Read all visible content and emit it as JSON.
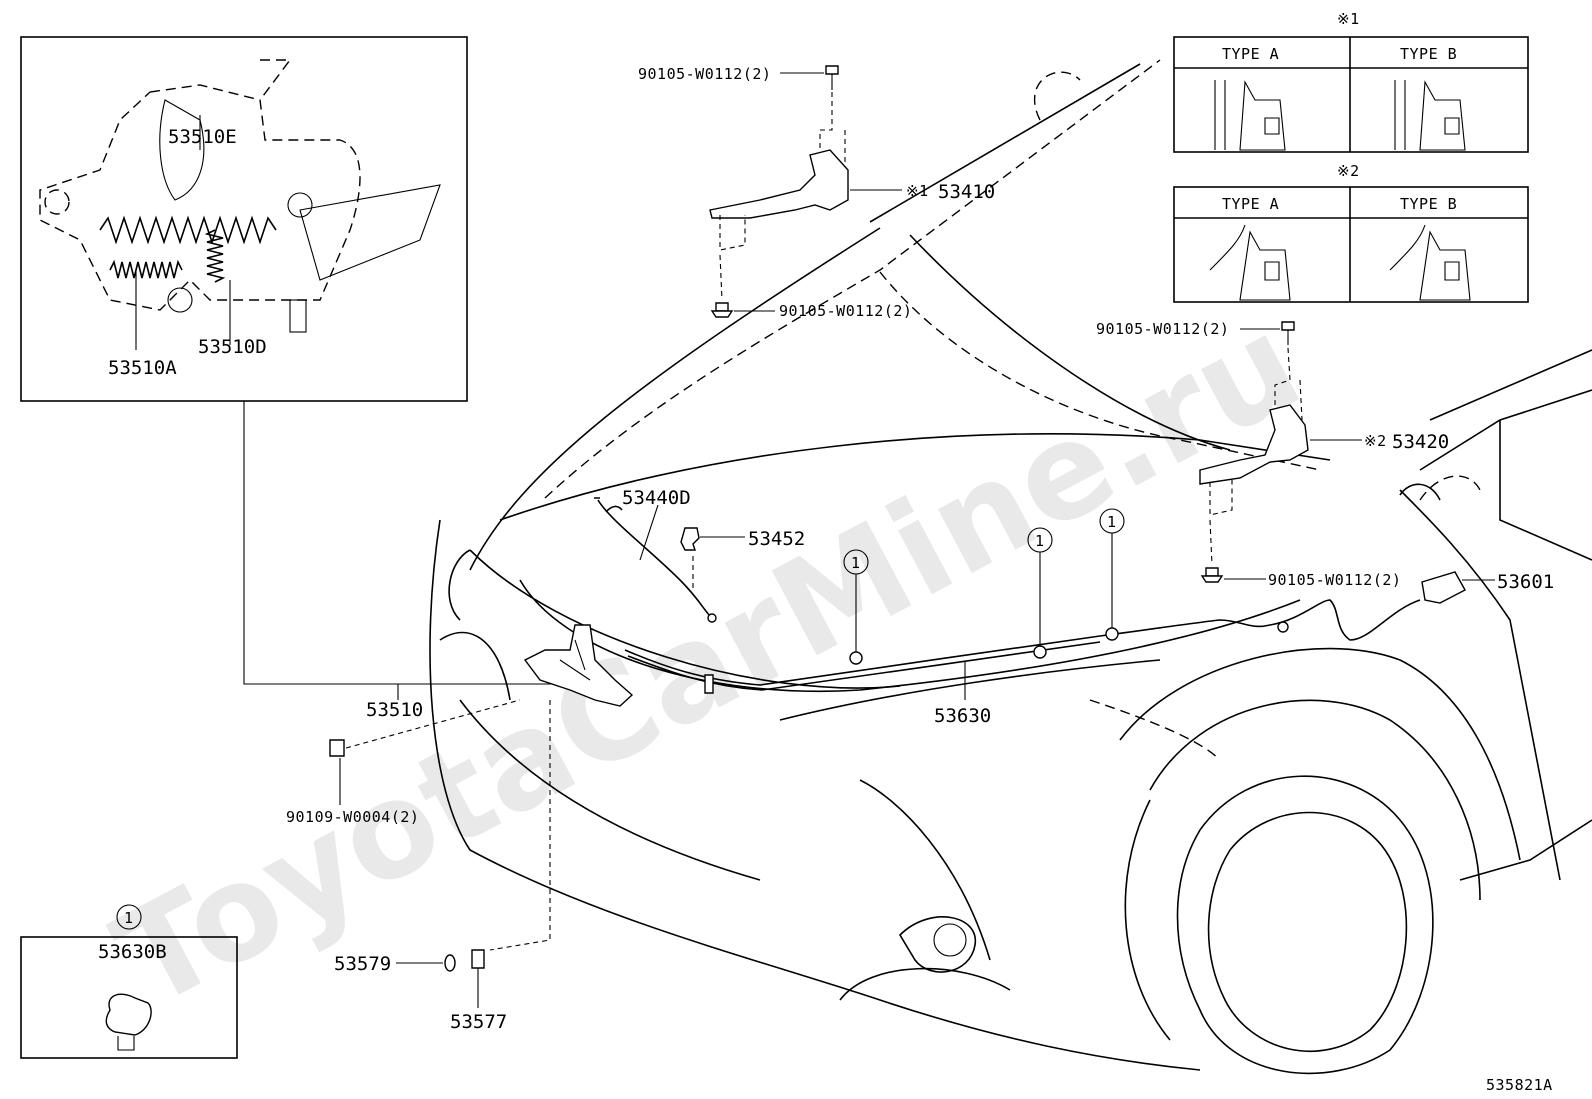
{
  "watermark": "ToyotaCarMine.ru",
  "diagram_id": "535821A",
  "inset_latch": {
    "labels": {
      "spring_e": "53510E",
      "spring_a": "53510A",
      "spring_d": "53510D"
    }
  },
  "inset_clip": {
    "circle_mark": "1",
    "part": "53630B"
  },
  "variant_tables": [
    {
      "mark": "※1",
      "type_a": "TYPE  A",
      "type_b": "TYPE  B"
    },
    {
      "mark": "※2",
      "type_a": "TYPE  A",
      "type_b": "TYPE  B"
    }
  ],
  "parts": {
    "bolt_top": "90105-W0112(2)",
    "hinge_left": "53410",
    "hinge_left_mark": "※1",
    "bolt_hinge_left": "90105-W0112(2)",
    "bolt_right_top": "90105-W0112(2)",
    "hinge_right": "53420",
    "hinge_right_mark": "※2",
    "bolt_right_bottom": "90105-W0112(2)",
    "prop_rod": "53440D",
    "prop_holder": "53452",
    "cable": "53630",
    "release_lever": "53601",
    "lock": "53510",
    "lock_bolt": "90109-W0004(2)",
    "cushion_a": "53579",
    "cushion_b": "53577"
  },
  "clip_marks": [
    "1",
    "1",
    "1",
    "1"
  ]
}
